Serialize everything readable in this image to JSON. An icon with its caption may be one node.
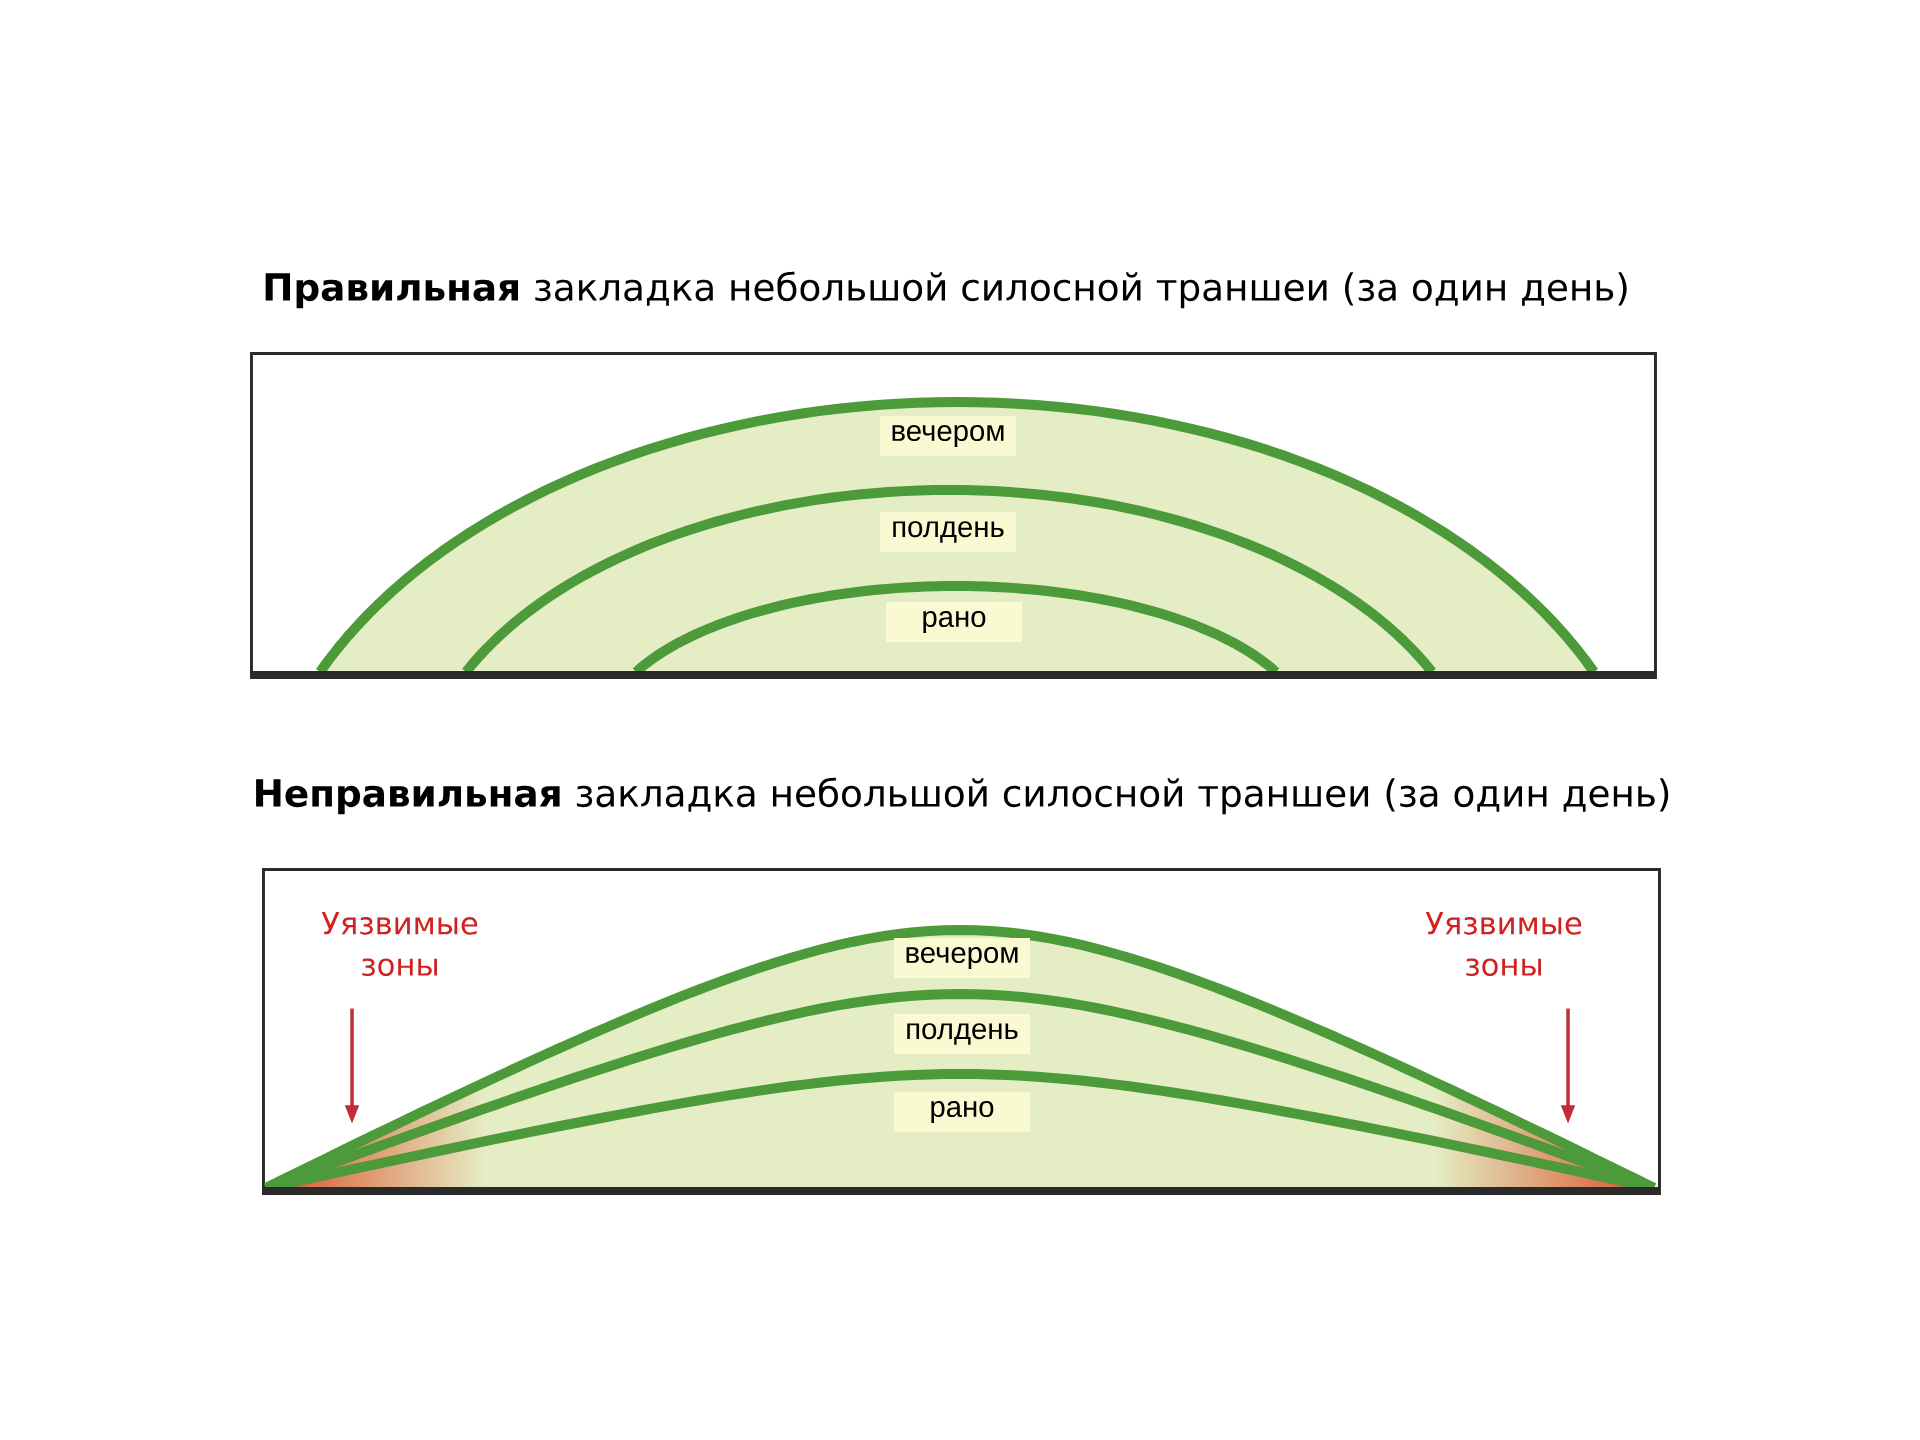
{
  "diagram": {
    "nodes": [
      {
        "text": [
          "**Правильная** закладка небольшой силосной траншеи (за один день)"
        ]
      },
      {
        "text": [
          "вечером"
        ],
        "in": 0
      },
      {
        "text": [
          "полдень"
        ],
        "in": 0
      },
      {
        "text": [
          "рано"
        ],
        "in": 0
      },
      {
        "text": [
          "**Неправильная** закладка небольшой силосной траншеи (за один день)"
        ]
      },
      {
        "text": [
          "вечером"
        ],
        "in": 4
      },
      {
        "text": [
          "полдень"
        ],
        "in": 4
      },
      {
        "text": [
          "рано"
        ],
        "in": 4
      },
      {
        "text": [
          "Уязвимые зоны"
        ],
        "in": 4
      },
      {
        "text": [
          "Уязвимые зоны"
        ],
        "in": 4
      }
    ],
    "edges": [
      {
        "from": 8,
        "to": null,
        "arrow": "to"
      },
      {
        "from": 9,
        "to": null,
        "arrow": "to"
      }
    ]
  }
}
